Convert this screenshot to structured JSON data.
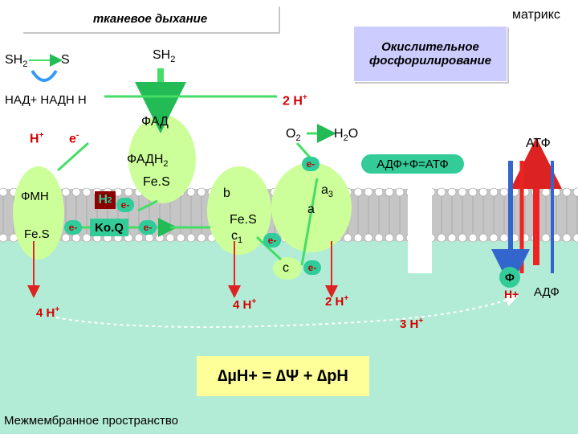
{
  "title_scroll": "тканевое дыхание",
  "matrix_label": "матрикс",
  "oxphos_label": "Окислительное\nфосфорилирование",
  "sh2_left": "SH",
  "sh2_left_sub": "2",
  "s_label": "S",
  "sh2_top": "SH",
  "sh2_top_sub": "2",
  "nad_label": "НАД+  НАДН Н",
  "h_plus_left": "H",
  "e_minus_left": "e",
  "fad_label": "ФАД",
  "fadh2_label": "ФАДН",
  "fadh2_sub": "2",
  "fes_upper": "Fe.S",
  "fmn_label": "ФМН",
  "fes_left": "Fe.S",
  "h2_label": "H",
  "h2_sub": "2",
  "koq_label": "Ko.Q",
  "two_h": "2 H",
  "o2_label": "O",
  "o2_sub": "2",
  "h2o_label": "H",
  "h2o_sub": "2",
  "h2o_tail": "O",
  "atf_label": "АТФ",
  "adf_eq": "АДФ+Ф=АТФ",
  "a3_label": "a",
  "a3_sub": "3",
  "a_label": "a",
  "b_label": "b",
  "fes_c1_a": "Fe.S",
  "c1_label": "c",
  "c1_sub": "1",
  "c_label": "c",
  "e_pill": "e-",
  "four_h_left": "4 H",
  "four_h_mid": "4 H",
  "two_h_right": "2 H",
  "three_h": "3 H",
  "phi_label": "Ф",
  "h_plus_right": "H+",
  "adf_right": "АДФ",
  "equation": "∆µH+ = ∆Ψ + ∆pH",
  "intermembrane": "Межмембранное пространство",
  "colors": {
    "matrix_bg": "#ffffff",
    "space_bg": "#b3ecd6",
    "membrane": "#c5c5c5",
    "lipid_head": "#ffffff",
    "complex_green": "#ccff99",
    "arrow_green": "#44dd66",
    "arrow_red": "#ee2222",
    "arrow_blue": "#3366cc",
    "label_red": "#d40000",
    "eq_box": "#ffff99",
    "oxphos_box": "#ccccff",
    "dark_red_box": "#8b0000"
  }
}
